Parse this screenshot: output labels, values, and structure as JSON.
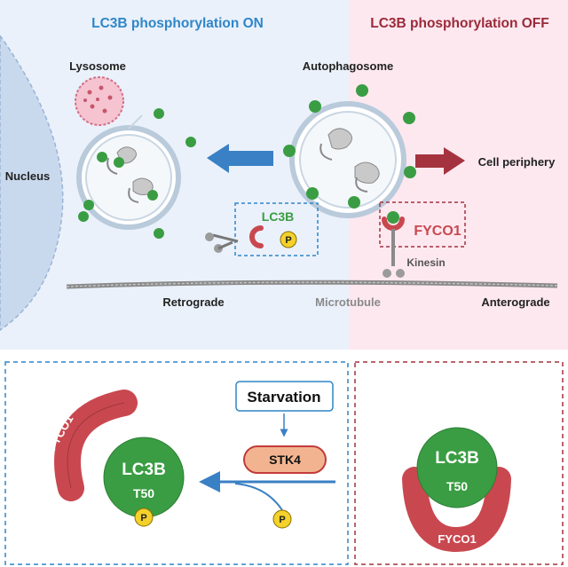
{
  "panels": {
    "left_title": "LC3B phosphorylation ON",
    "right_title": "LC3B phosphorylation OFF"
  },
  "labels": {
    "nucleus": "Nucleus",
    "lysosome": "Lysosome",
    "autophagosome": "Autophagosome",
    "cell_periphery": "Cell periphery",
    "lc3b_top": "LC3B",
    "fyco1_top": "FYCO1",
    "kinesin": "Kinesin",
    "microtubule": "Microtubule",
    "retrograde": "Retrograde",
    "anterograde": "Anterograde",
    "phospho": "P"
  },
  "bottom": {
    "fyco1_left": "FYCO1",
    "lc3b_left": "LC3B",
    "t50_left": "T50",
    "starvation": "Starvation",
    "stk4": "STK4",
    "lc3b_right": "LC3B",
    "t50_right": "T50",
    "fyco1_right": "FYCO1"
  },
  "colors": {
    "left_bg": "#eaf1fb",
    "right_bg": "#fde8f0",
    "blue_title": "#2f86c8",
    "red_title": "#9a2a38",
    "lc3b_green": "#3a9d43",
    "fyco1_red": "#c94850",
    "phospho_yellow": "#f4d12b",
    "nucleus": "#c8d9ee",
    "arrow_blue": "#3a80c4",
    "arrow_red": "#a4333f"
  }
}
